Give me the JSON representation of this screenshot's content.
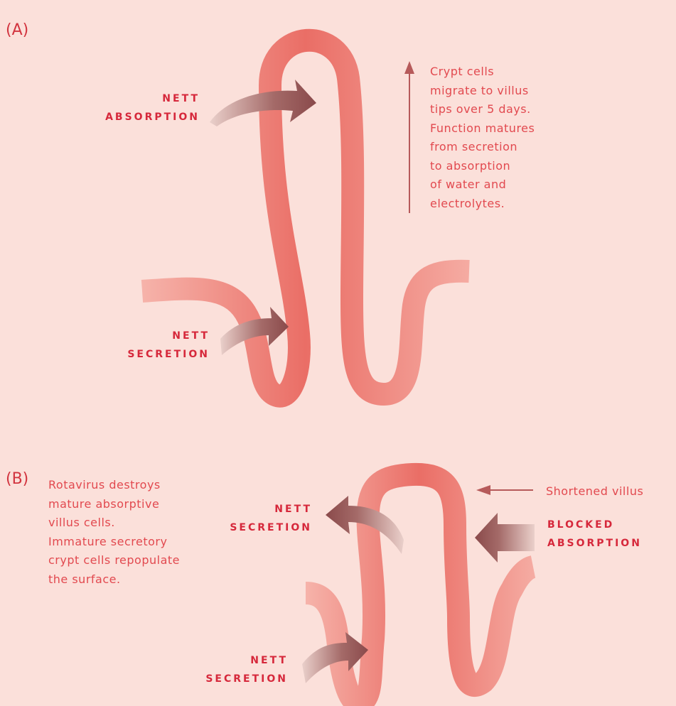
{
  "panel_a": {
    "label": "(A)",
    "absorption_label": "NETT\nABSORPTION",
    "secretion_label": "NETT\nSECRETION",
    "note": "Crypt cells\nmigrate to villus\ntips over 5 days.\nFunction matures\nfrom secretion\nto absorption\nof water and\nelectrolytes."
  },
  "panel_b": {
    "label": "(B)",
    "note": "Rotavirus destroys\nmature absorptive\nvillus cells.\nImmature secretory\ncrypt cells repopulate\nthe surface.",
    "secretion_top_label": "NETT\nSECRETION",
    "shortened_label": "Shortened villus",
    "blocked_label": "BLOCKED\nABSORPTION",
    "secretion_bottom_label": "NETT\nSECRETION"
  },
  "colors": {
    "background": "#fbe0da",
    "tube_light": "#f6aca2",
    "tube_dark": "#e9675f",
    "arrow_dark": "#8d4f4f",
    "arrow_light": "#e4c3bd",
    "label_red": "#d6283b"
  }
}
